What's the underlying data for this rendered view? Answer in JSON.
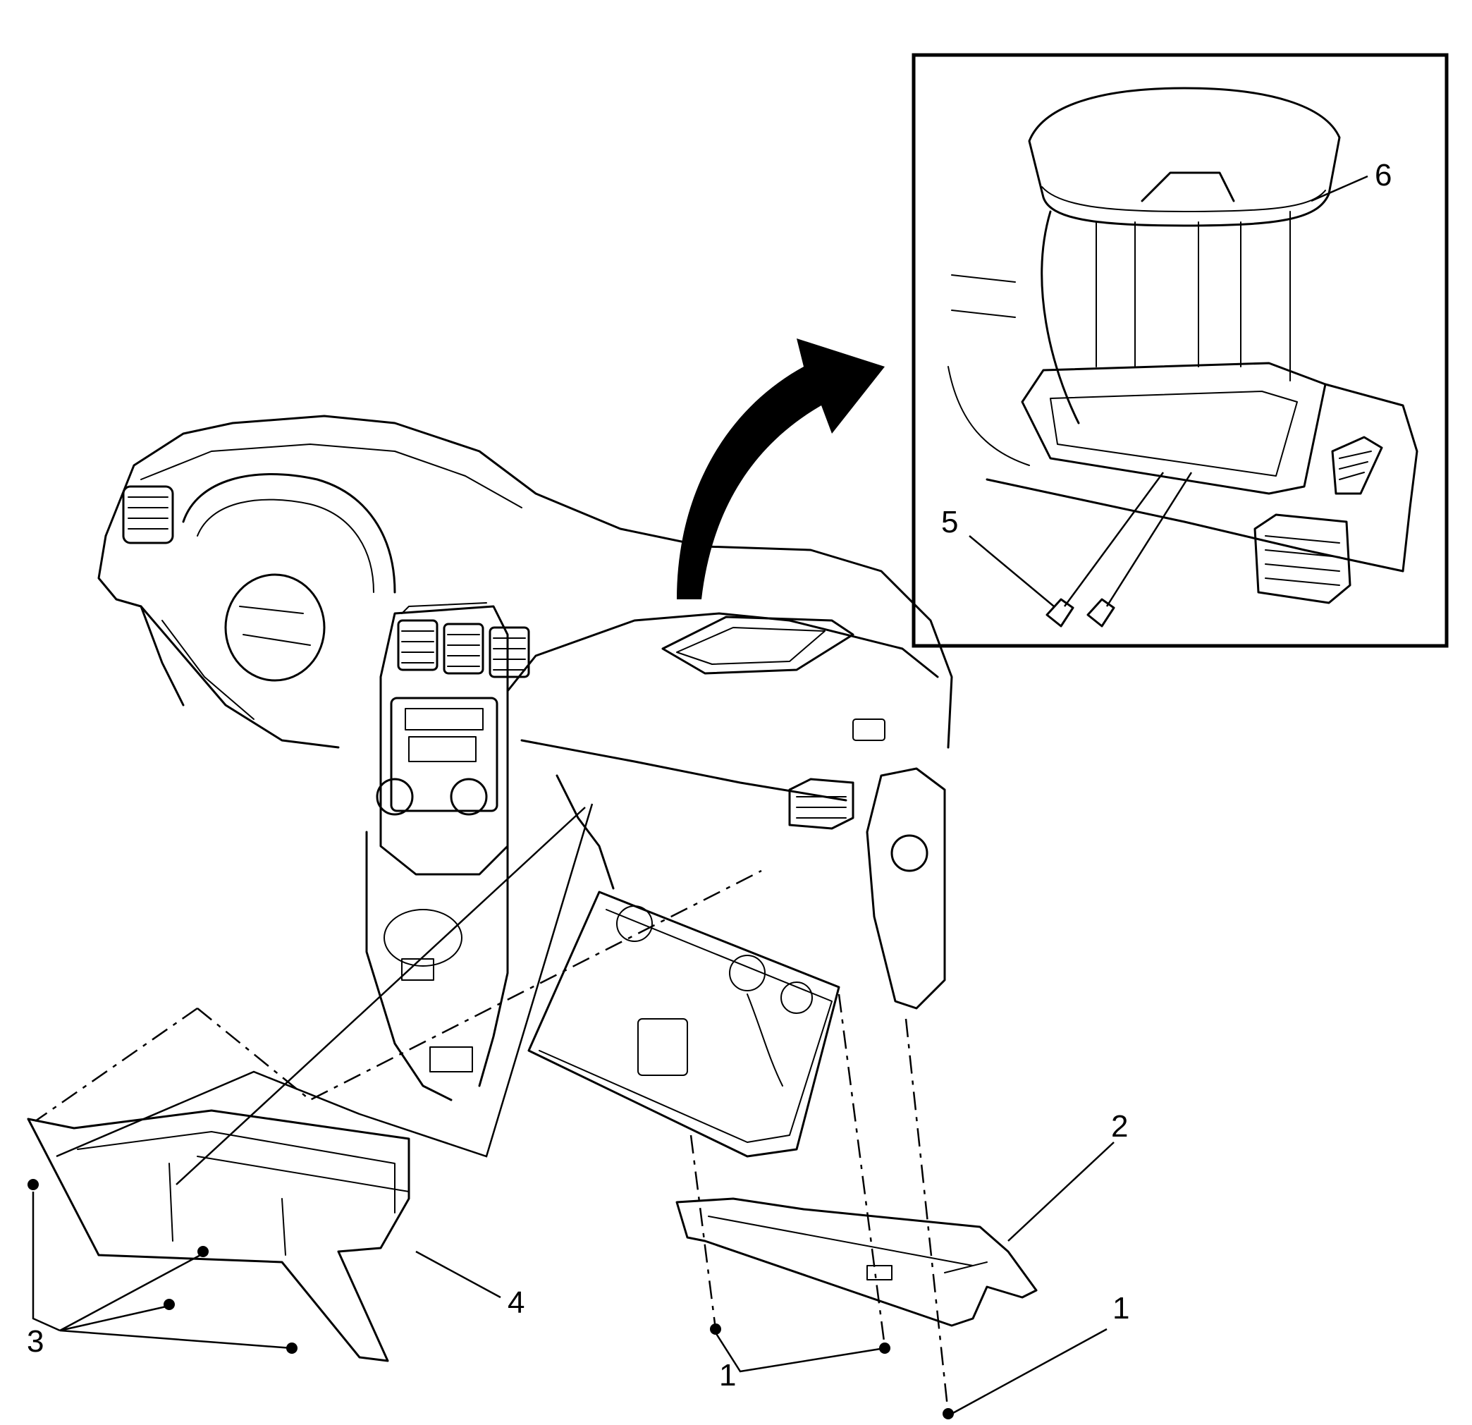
{
  "callouts": {
    "c1a": "1",
    "c1b": "1",
    "c2": "2",
    "c3": "3",
    "c4": "4",
    "c5": "5",
    "c6": "6"
  },
  "colors": {
    "line": "#000000",
    "background": "#ffffff",
    "arrow": "#000000"
  }
}
